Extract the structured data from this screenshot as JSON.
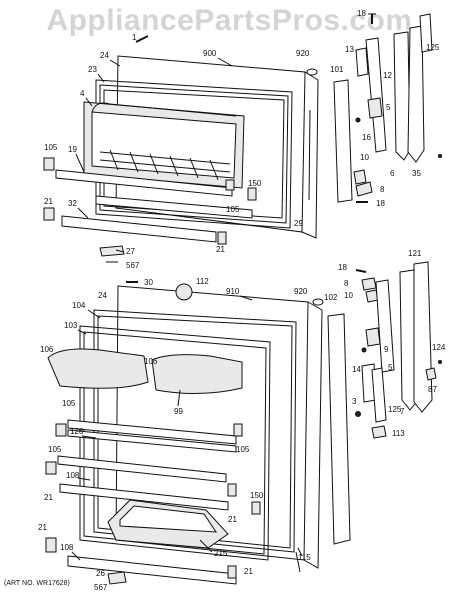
{
  "watermark": "AppliancePartsPros.com",
  "art_number": "(ART NO. WR17628)",
  "callouts": {
    "c1": "1",
    "c18a": "18",
    "c900": "900",
    "c920a": "920",
    "c24a": "24",
    "c23": "23",
    "c4": "4",
    "c13": "13",
    "c12": "12",
    "c125": "125",
    "c101": "101",
    "c5a": "5",
    "c16": "16",
    "c10a": "10",
    "c6": "6",
    "c35": "35",
    "c105a": "105",
    "c19": "19",
    "c150a": "150",
    "c105b": "105",
    "c8": "8",
    "c18b": "18",
    "c21a": "21",
    "c32": "32",
    "c29": "29",
    "c21b": "21",
    "c27": "27",
    "c567a": "567",
    "c30": "30",
    "c112": "112",
    "c910": "910",
    "c18c": "18",
    "c121": "121",
    "c24b": "24",
    "c920b": "920",
    "c8b": "8",
    "c10b": "10",
    "c104": "104",
    "c102": "102",
    "c103": "103",
    "c106a": "106",
    "c106b": "106",
    "c9": "9",
    "c124": "124",
    "c14": "14",
    "c5b": "5",
    "c105c": "105",
    "c99": "99",
    "c3": "3",
    "c125b": "125",
    "c7": "7",
    "c87": "87",
    "c126": "126",
    "c105d": "105",
    "c113": "113",
    "c105e": "105",
    "c21c": "21",
    "c108a": "108",
    "c150b": "150",
    "c21d": "21",
    "c21e": "21",
    "c108b": "108",
    "c215": "215",
    "c115": "115",
    "c26": "26",
    "c21f": "21",
    "c567b": "567"
  }
}
